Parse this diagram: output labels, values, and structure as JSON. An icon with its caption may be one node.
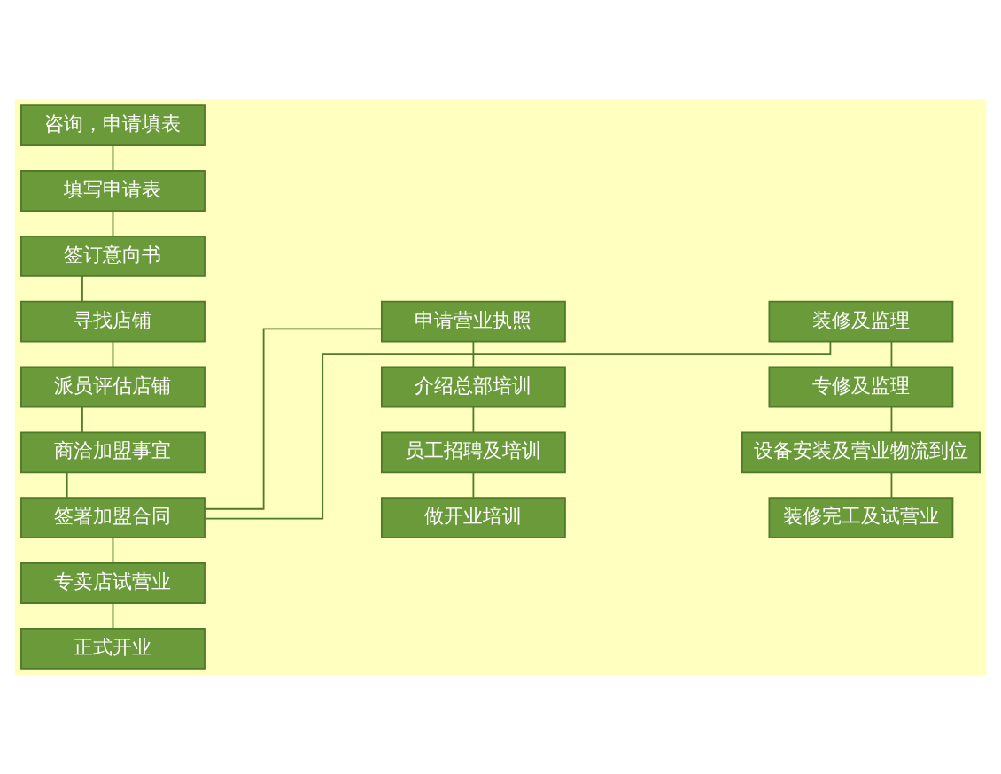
{
  "diagram": {
    "nodes": [
      {
        "text": [
          "咨询，申请填表"
        ]
      },
      {
        "text": [
          "填写申请表"
        ]
      },
      {
        "text": [
          "签订意向书"
        ]
      },
      {
        "text": [
          "寻找店铺"
        ]
      },
      {
        "text": [
          "派员评估店铺"
        ]
      },
      {
        "text": [
          "商洽加盟事宜"
        ]
      },
      {
        "text": [
          "签署加盟合同"
        ]
      },
      {
        "text": [
          "专卖店试营业"
        ]
      },
      {
        "text": [
          "正式开业"
        ]
      },
      {
        "text": [
          "申请营业执照"
        ]
      },
      {
        "text": [
          "介绍总部培训"
        ]
      },
      {
        "text": [
          "员工招聘及培训"
        ]
      },
      {
        "text": [
          "做开业培训"
        ]
      },
      {
        "text": [
          "装修及监理"
        ]
      },
      {
        "text": [
          "专修及监理"
        ]
      },
      {
        "text": [
          "设备安装及营业物流到位"
        ]
      },
      {
        "text": [
          "装修完工及试营业"
        ]
      }
    ],
    "edges": [
      {
        "from": 0,
        "to": 1,
        "arrow": "none"
      },
      {
        "from": 1,
        "to": 2,
        "arrow": "none"
      },
      {
        "from": 2,
        "to": 3,
        "arrow": "none"
      },
      {
        "from": 3,
        "to": 4,
        "arrow": "none"
      },
      {
        "from": 4,
        "to": 5,
        "arrow": "none"
      },
      {
        "from": 5,
        "to": 6,
        "arrow": "none"
      },
      {
        "from": 6,
        "to": 7,
        "arrow": "none"
      },
      {
        "from": 7,
        "to": 8,
        "arrow": "none"
      },
      {
        "from": 6,
        "to": 9,
        "arrow": "none"
      },
      {
        "from": 9,
        "to": 10,
        "arrow": "none"
      },
      {
        "from": 10,
        "to": 11,
        "arrow": "none"
      },
      {
        "from": 11,
        "to": 12,
        "arrow": "none"
      },
      {
        "from": 6,
        "to": 13,
        "arrow": "none"
      },
      {
        "from": 13,
        "to": 14,
        "arrow": "none"
      },
      {
        "from": 14,
        "to": 15,
        "arrow": "none"
      },
      {
        "from": 15,
        "to": 16,
        "arrow": "none"
      }
    ]
  }
}
